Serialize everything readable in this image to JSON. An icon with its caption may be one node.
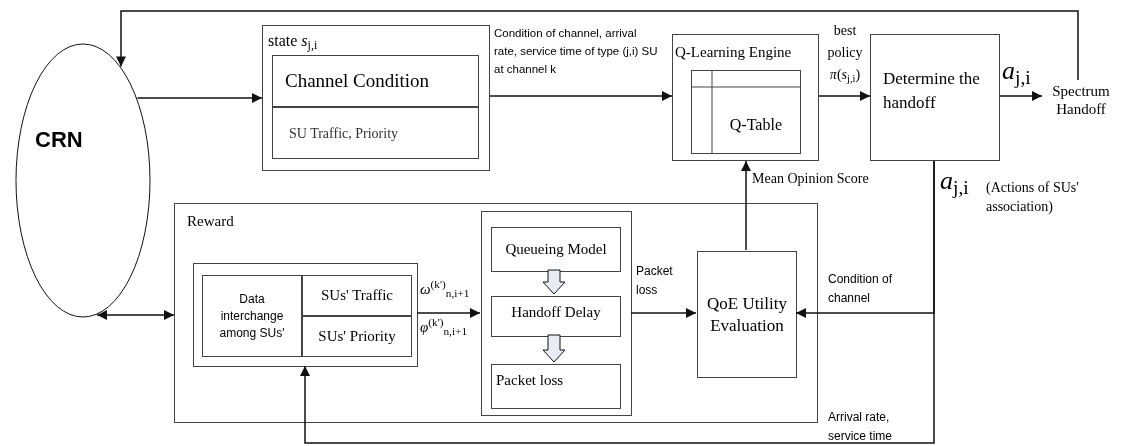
{
  "diagram": {
    "nodes": [
      {
        "text": [
          "CRN"
        ]
      },
      {
        "text": [
          "state *s*$_{j,i}$"
        ]
      },
      {
        "text": [
          "Channel Condition"
        ],
        "in": 1
      },
      {
        "text": [
          "SU Traffic, Priority"
        ],
        "in": 1
      },
      {
        "text": [
          "Q-Learning Engine"
        ]
      },
      {
        "text": [
          "Q-Table"
        ],
        "in": 4
      },
      {
        "text": [
          "Determine the handoff"
        ]
      },
      {
        "text": [
          "Spectrum Handoff"
        ]
      },
      {
        "text": [
          "Reward"
        ]
      },
      {
        "text": [],
        "shape": "box",
        "in": 8
      },
      {
        "text": [
          "Data interchange among SUs'"
        ],
        "in": 9
      },
      {
        "text": [
          "SUs' Traffic"
        ],
        "in": 9
      },
      {
        "text": [
          "SUs' Priority"
        ],
        "in": 9
      },
      {
        "text": [],
        "shape": "box",
        "in": 8
      },
      {
        "text": [
          "Queueing Model"
        ],
        "in": 13
      },
      {
        "text": [
          "Handoff Delay"
        ],
        "in": 13
      },
      {
        "text": [
          "Packet loss"
        ],
        "in": 13
      },
      {
        "text": [
          "QoE Utility Evaluation"
        ],
        "in": 8
      }
    ],
    "edges": [
      {
        "from": 0,
        "to": 1,
        "arrow": "to"
      },
      {
        "from": 1,
        "to": 4,
        "arrow": "to",
        "label": "Condition of channel, arrival rate, service time of type (j,i) SU at channel k"
      },
      {
        "from": 4,
        "to": 6,
        "arrow": "to",
        "label": "best policy *π*(*s*$_{j,i}$)"
      },
      {
        "from": 6,
        "to": 7,
        "arrow": "to",
        "label": "*a*$_{j,i}$"
      },
      {
        "from": 7,
        "to": 0,
        "arrow": "to"
      },
      {
        "from": 0,
        "to": 8,
        "arrow": "both"
      },
      {
        "from": 9,
        "to": 13,
        "arrow": "to",
        "label": "*ω*$^{(k')}$$_{n,i+1}$"
      },
      {
        "from": 14,
        "to": 15,
        "arrow": "to",
        "style": "thick"
      },
      {
        "from": 15,
        "to": 16,
        "arrow": "to",
        "style": "thick"
      },
      {
        "from": 13,
        "to": 17,
        "arrow": "to",
        "label": "Packet loss"
      },
      {
        "from": 17,
        "to": 4,
        "arrow": "to",
        "label": "Mean Opinion Score"
      },
      {
        "from": 6,
        "to": 17,
        "arrow": "to",
        "label": "Condition of channel"
      },
      {
        "from": 6,
        "to": 9,
        "arrow": "to",
        "label": "Arrival rate, service time"
      }
    ],
    "labels": [
      "*a*$_{j,i}$",
      "(Actions of SUs' association)",
      "*φ*$^{(k')}$$_{n,i+1}$"
    ]
  }
}
